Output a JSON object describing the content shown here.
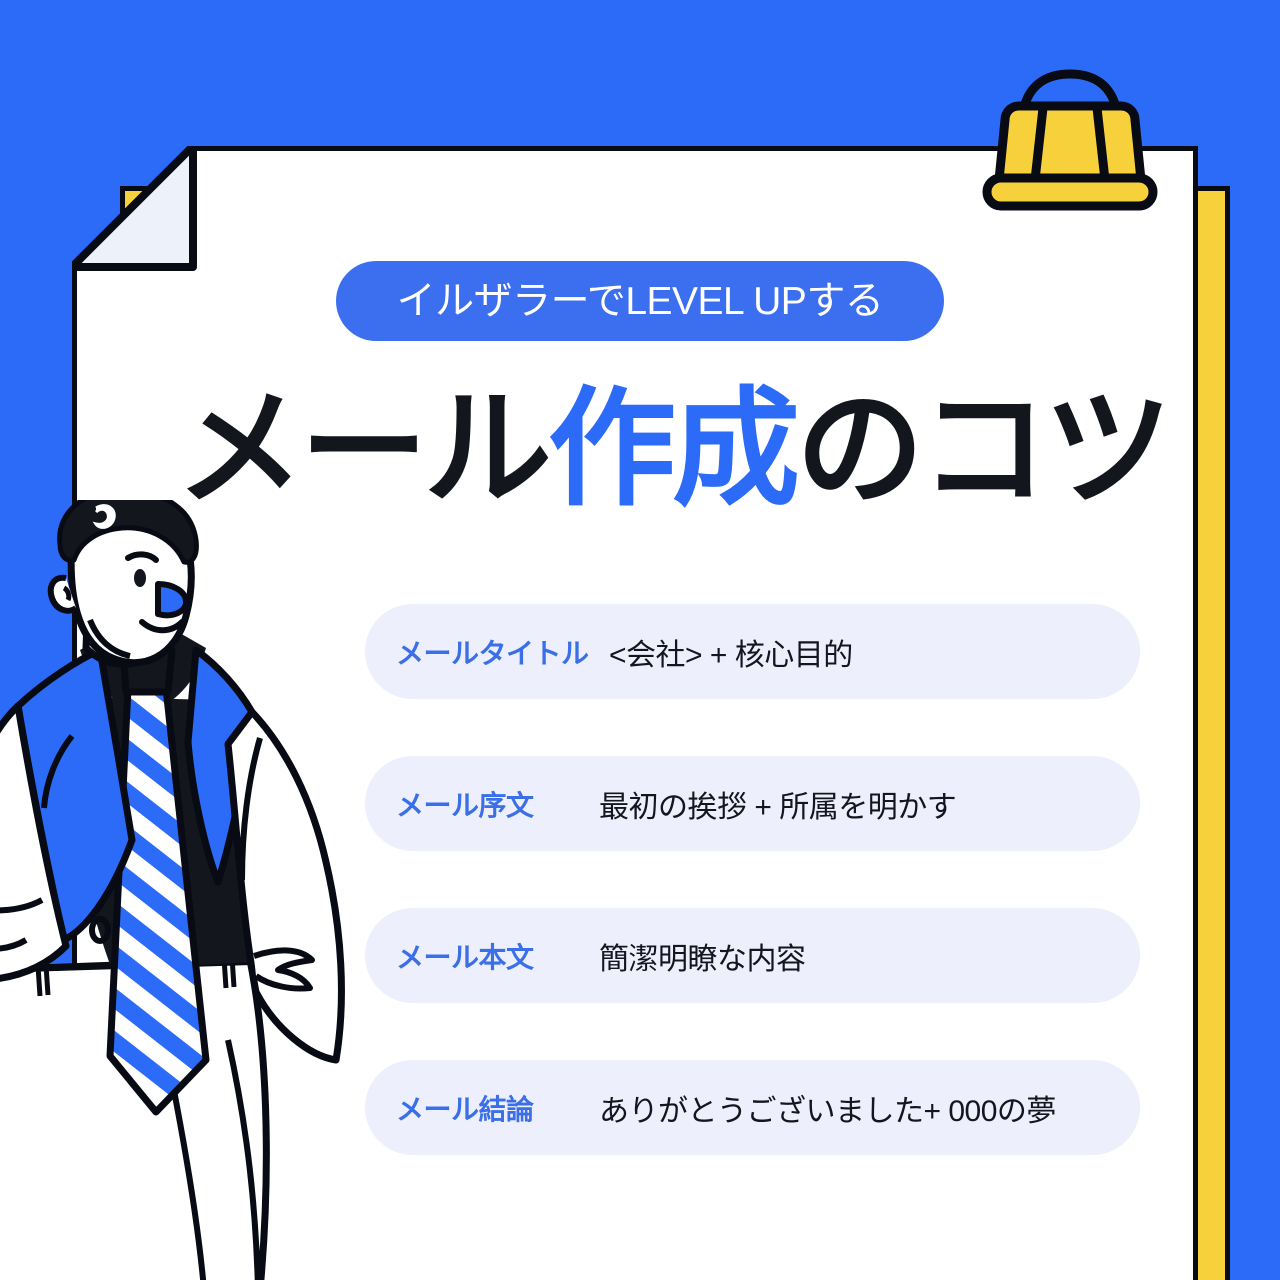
{
  "poster": {
    "background_color": "#2B6BF7",
    "card_color": "#FFFFFF",
    "accent_yellow": "#F7D13C",
    "accent_blue": "#2B6BF7",
    "ink": "#080A14",
    "pill_bg": "#EDEFFD",
    "label_blue": "#3A6FE8"
  },
  "badge": {
    "text": "イルザラーでLEVEL UPする"
  },
  "headline": {
    "part1": "メール",
    "accent": "作成",
    "part2": "のコツ"
  },
  "rows": [
    {
      "label": "メールタイトル",
      "value": "<会社> + 核心目的"
    },
    {
      "label": "メール序文",
      "value": "最初の挨拶 + 所属を明かす"
    },
    {
      "label": "メール本文",
      "value": "簡潔明瞭な内容"
    },
    {
      "label": "メール結論",
      "value": "ありがとうございました+ 000の夢"
    }
  ],
  "decor": {
    "clip_icon": "binder-clip-icon",
    "fold_icon": "page-fold-icon",
    "person_icon": "businessman-illustration"
  }
}
